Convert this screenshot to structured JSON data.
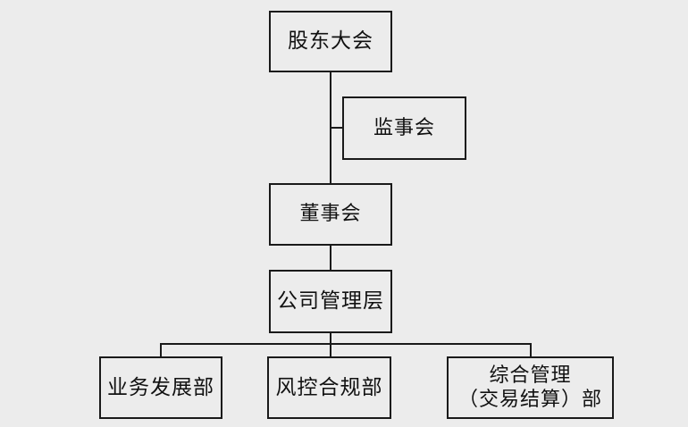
{
  "nodes": {
    "shareholders": "股东大会",
    "supervisory_board": "监事会",
    "board_of_directors": "董事会",
    "management": "公司管理层",
    "business_dev": "业务发展部",
    "risk_compliance": "风控合规部",
    "general_mgmt_line1": "综合管理",
    "general_mgmt_line2": "（交易结算）部"
  }
}
